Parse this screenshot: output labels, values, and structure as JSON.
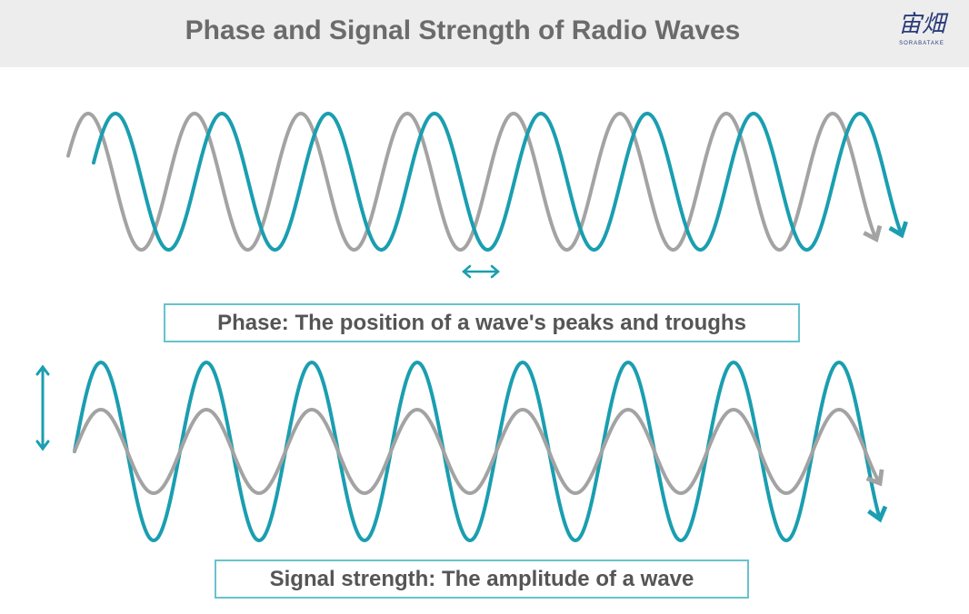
{
  "header": {
    "title": "Phase and Signal Strength of Radio Waves",
    "logo_mark": "宙畑",
    "logo_sub": "SORABATAKE"
  },
  "captions": {
    "phase": "Phase: The position of a wave's peaks and troughs",
    "strength": "Signal strength: The amplitude of a wave"
  },
  "colors": {
    "reference_wave": "#a3a3a3",
    "highlight_wave": "#1a9eb0",
    "caption_border": "#67c3cd",
    "header_bg": "#ededed"
  },
  "icons": [
    "phase-shift-arrow-icon",
    "amplitude-arrow-icon",
    "wave-end-arrow-icon"
  ]
}
